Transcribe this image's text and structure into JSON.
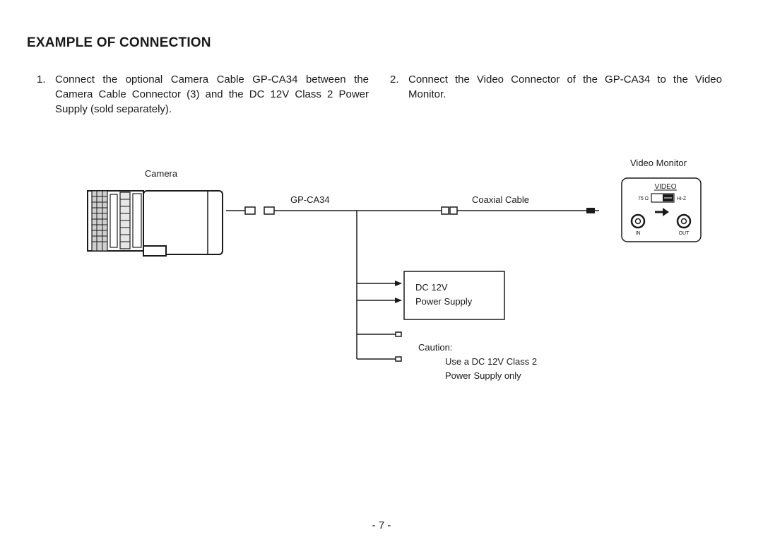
{
  "heading": "EXAMPLE OF CONNECTION",
  "steps": [
    {
      "number": "1.",
      "text": "Connect the optional Camera Cable GP-CA34 between the Camera Cable Connector (3) and the DC 12V Class 2 Power Supply (sold separately)."
    },
    {
      "number": "2.",
      "text": "Connect the Video Connector of the GP-CA34 to the Video Monitor."
    }
  ],
  "diagram": {
    "camera_label": "Camera",
    "cable_label": "GP-CA34",
    "coax_label": "Coaxial Cable",
    "monitor_label": "Video Monitor",
    "monitor_panel": {
      "title": "VIDEO",
      "left_switch": "75 Ω",
      "right_switch": "Hi-Z",
      "in_label": "IN",
      "out_label": "OUT"
    },
    "power_supply": {
      "line1": "DC 12V",
      "line2": "Power Supply"
    },
    "caution": {
      "title": "Caution:",
      "line1": "Use a DC 12V Class 2",
      "line2": "Power Supply only"
    }
  },
  "page_number": "- 7 -"
}
